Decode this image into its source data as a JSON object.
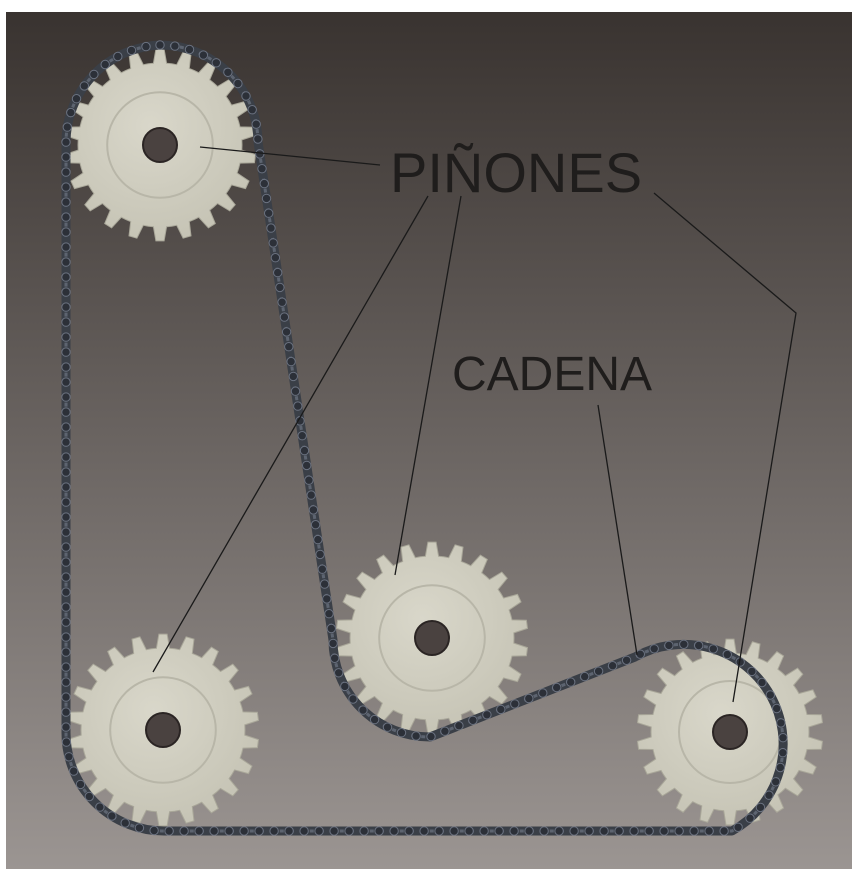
{
  "labels": {
    "sprockets": "PIÑONES",
    "chain": "CADENA"
  },
  "colors": {
    "background_top": "#393330",
    "background_bottom": "#9b9592",
    "sprocket_face": "#cfcdbf",
    "sprocket_ring": "#b8b6a8",
    "shaft": "#4a4240",
    "chain": "#3a3f47",
    "chain_link": "#5d6470",
    "leader_line": "#1a1a1a"
  },
  "sprockets": [
    {
      "name": "sprocket-top-left"
    },
    {
      "name": "sprocket-middle"
    },
    {
      "name": "sprocket-bottom-left"
    },
    {
      "name": "sprocket-bottom-right"
    }
  ]
}
